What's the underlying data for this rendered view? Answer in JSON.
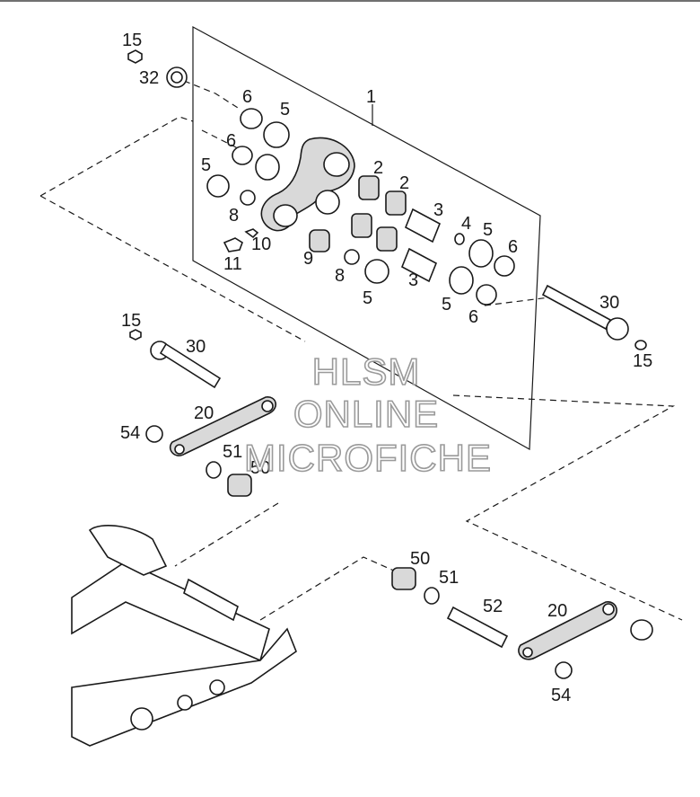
{
  "diagram": {
    "callouts": [
      {
        "id": "c1",
        "text": "15"
      },
      {
        "id": "c2",
        "text": "32"
      },
      {
        "id": "c3",
        "text": "1"
      },
      {
        "id": "c4",
        "text": "6"
      },
      {
        "id": "c5",
        "text": "5"
      },
      {
        "id": "c6",
        "text": "6"
      },
      {
        "id": "c7",
        "text": "5"
      },
      {
        "id": "c8",
        "text": "2"
      },
      {
        "id": "c9",
        "text": "2"
      },
      {
        "id": "c10",
        "text": "3"
      },
      {
        "id": "c11",
        "text": "8"
      },
      {
        "id": "c12",
        "text": "10"
      },
      {
        "id": "c13",
        "text": "11"
      },
      {
        "id": "c14",
        "text": "9"
      },
      {
        "id": "c15",
        "text": "4"
      },
      {
        "id": "c16",
        "text": "5"
      },
      {
        "id": "c17",
        "text": "6"
      },
      {
        "id": "c18",
        "text": "8"
      },
      {
        "id": "c19",
        "text": "3"
      },
      {
        "id": "c20",
        "text": "5"
      },
      {
        "id": "c21",
        "text": "5"
      },
      {
        "id": "c22",
        "text": "6"
      },
      {
        "id": "c23",
        "text": "30"
      },
      {
        "id": "c24",
        "text": "15"
      },
      {
        "id": "c25",
        "text": "15"
      },
      {
        "id": "c26",
        "text": "30"
      },
      {
        "id": "c27",
        "text": "20"
      },
      {
        "id": "c28",
        "text": "54"
      },
      {
        "id": "c29",
        "text": "51"
      },
      {
        "id": "c30",
        "text": "50"
      },
      {
        "id": "c31",
        "text": "50"
      },
      {
        "id": "c32",
        "text": "51"
      },
      {
        "id": "c33",
        "text": "52"
      },
      {
        "id": "c34",
        "text": "20"
      },
      {
        "id": "c35",
        "text": "54"
      }
    ],
    "watermark": [
      "HLSM",
      "ONLINE",
      "MICROFICHE"
    ]
  }
}
